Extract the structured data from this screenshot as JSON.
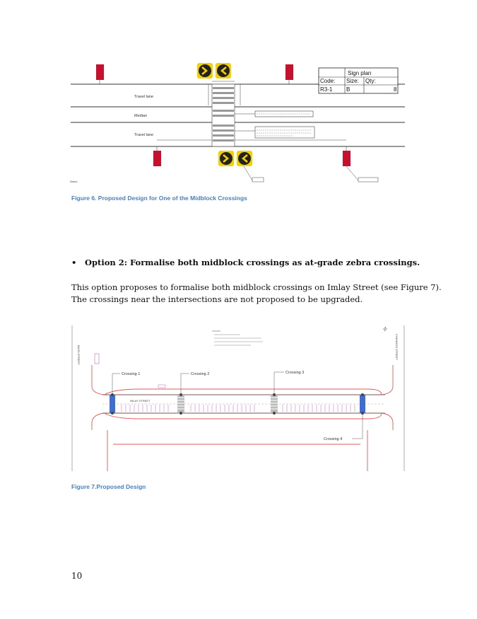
{
  "figure6": {
    "caption": "Figure 6. Proposed Design for One of the Midblock Crossings",
    "travel_lane_top": "Travel lane",
    "median": "Median",
    "travel_lane_bottom": "Travel lane",
    "notes": "Notes",
    "sign_plan": {
      "title": "Sign plan",
      "headers": [
        "Code:",
        "Size:",
        "Qty:"
      ],
      "row": [
        "R3-1",
        "B",
        "8"
      ]
    }
  },
  "option2": {
    "bullet": "•",
    "heading": "Option 2: Formalise both midblock crossings as at-grade zebra crossings."
  },
  "paragraph": {
    "line1": "This option proposes to formalise both midblock crossings on Imlay Street (see Figure 7).",
    "line2": "The crossings near the intersections are not proposed to be upgraded."
  },
  "figure7": {
    "caption": "Figure 7.Proposed Design",
    "street_name": "IMLAY STREET",
    "left_street": "BASS STREET",
    "right_street": "CHANDOS STREET",
    "crossings": [
      "Crossing 1",
      "Crossing 2",
      "Crossing 3",
      "Crossing 4"
    ]
  },
  "page_number": "10",
  "colors": {
    "caption_blue": "#4a7fc1",
    "sign_red": "#c8102e",
    "sign_yellow": "#f5d000",
    "crossing_blue": "#3b6fd6",
    "kerb_red": "#e05a5a"
  }
}
